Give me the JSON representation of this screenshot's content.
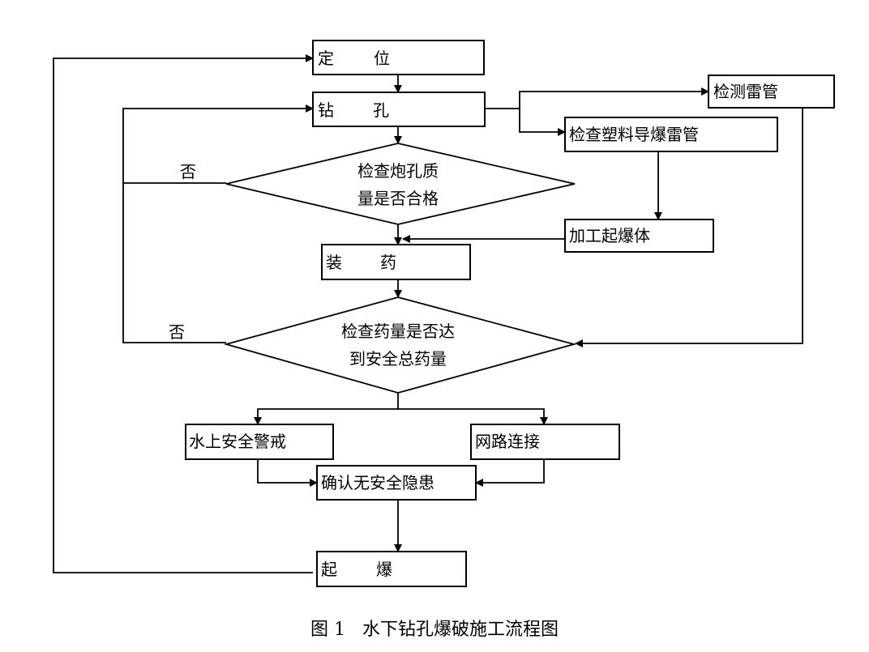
{
  "nodes": {
    "locate": [
      "定",
      "位"
    ],
    "drill": [
      "钻",
      "孔"
    ],
    "check_detonator": "检测雷管",
    "check_plastic_tube": "检查塑料导爆雷管",
    "check_hole_quality": [
      "检查炮孔质",
      "量是否合格"
    ],
    "process_primer": "加工起爆体",
    "charge": [
      "装",
      "药"
    ],
    "check_charge_amount": [
      "检查药量是否达",
      "到安全总药量"
    ],
    "water_safety_watch": "水上安全警戒",
    "network_connection": "网路连接",
    "confirm_safe": "确认无安全隐患",
    "blast": [
      "起",
      "爆"
    ]
  },
  "edge_labels": {
    "no_hole_quality": "否",
    "no_charge_amount": "否"
  },
  "caption": "图 1   水下钻孔爆破施工流程图"
}
